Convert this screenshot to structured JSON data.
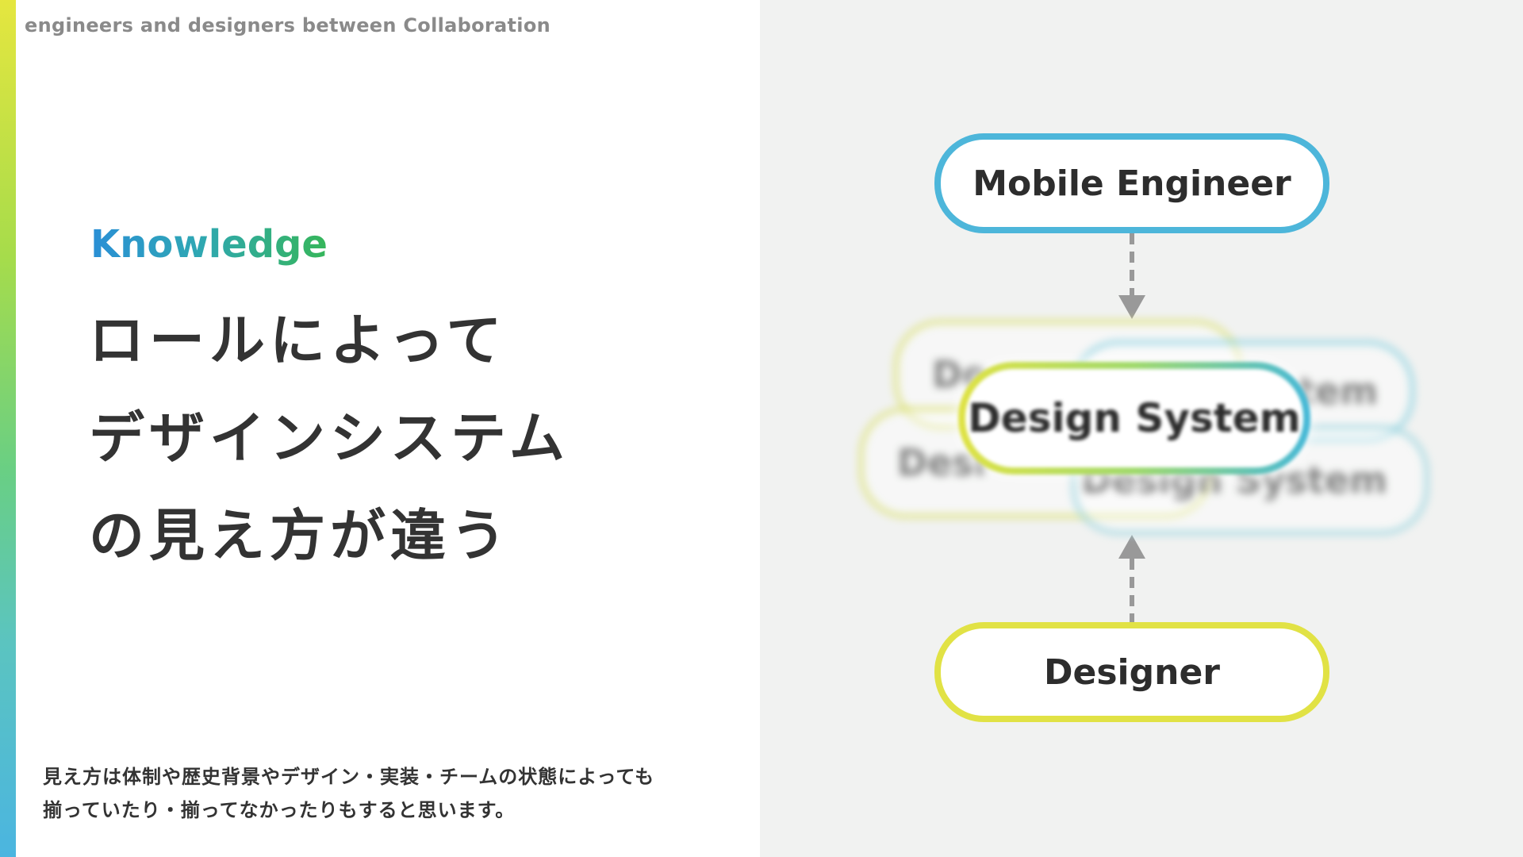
{
  "header": {
    "caption": "engineers and designers between Collaboration"
  },
  "section": {
    "label": "Knowledge"
  },
  "title": {
    "lines": [
      "ロールによって",
      "デザインシステム",
      "の見え方が違う"
    ]
  },
  "body": {
    "lines": [
      "見え方は体制や歴史背景やデザイン・実装・チームの状態によっても",
      "揃っていたり・揃ってなかったりもすると思います。"
    ]
  },
  "diagram": {
    "top_node": "Mobile Engineer",
    "center_node": "Design System",
    "bottom_node": "Designer",
    "ghost_nodes": [
      {
        "label": "De"
      },
      {
        "label": "tem"
      },
      {
        "label": "Desi"
      },
      {
        "label": "Design System"
      }
    ],
    "colors": {
      "top_border": "#4db6da",
      "bottom_border": "#e1e245",
      "arrow": "#999999"
    },
    "icons": {
      "top_arrow": "arrow-down-icon",
      "bottom_arrow": "arrow-up-icon"
    }
  },
  "theme": {
    "accent_top": "#e5e63f",
    "accent_bottom": "#4bb5e0",
    "text_color": "#333333",
    "caption_color": "#8a8a8a",
    "right_panel_bg": "#f1f2f1"
  }
}
